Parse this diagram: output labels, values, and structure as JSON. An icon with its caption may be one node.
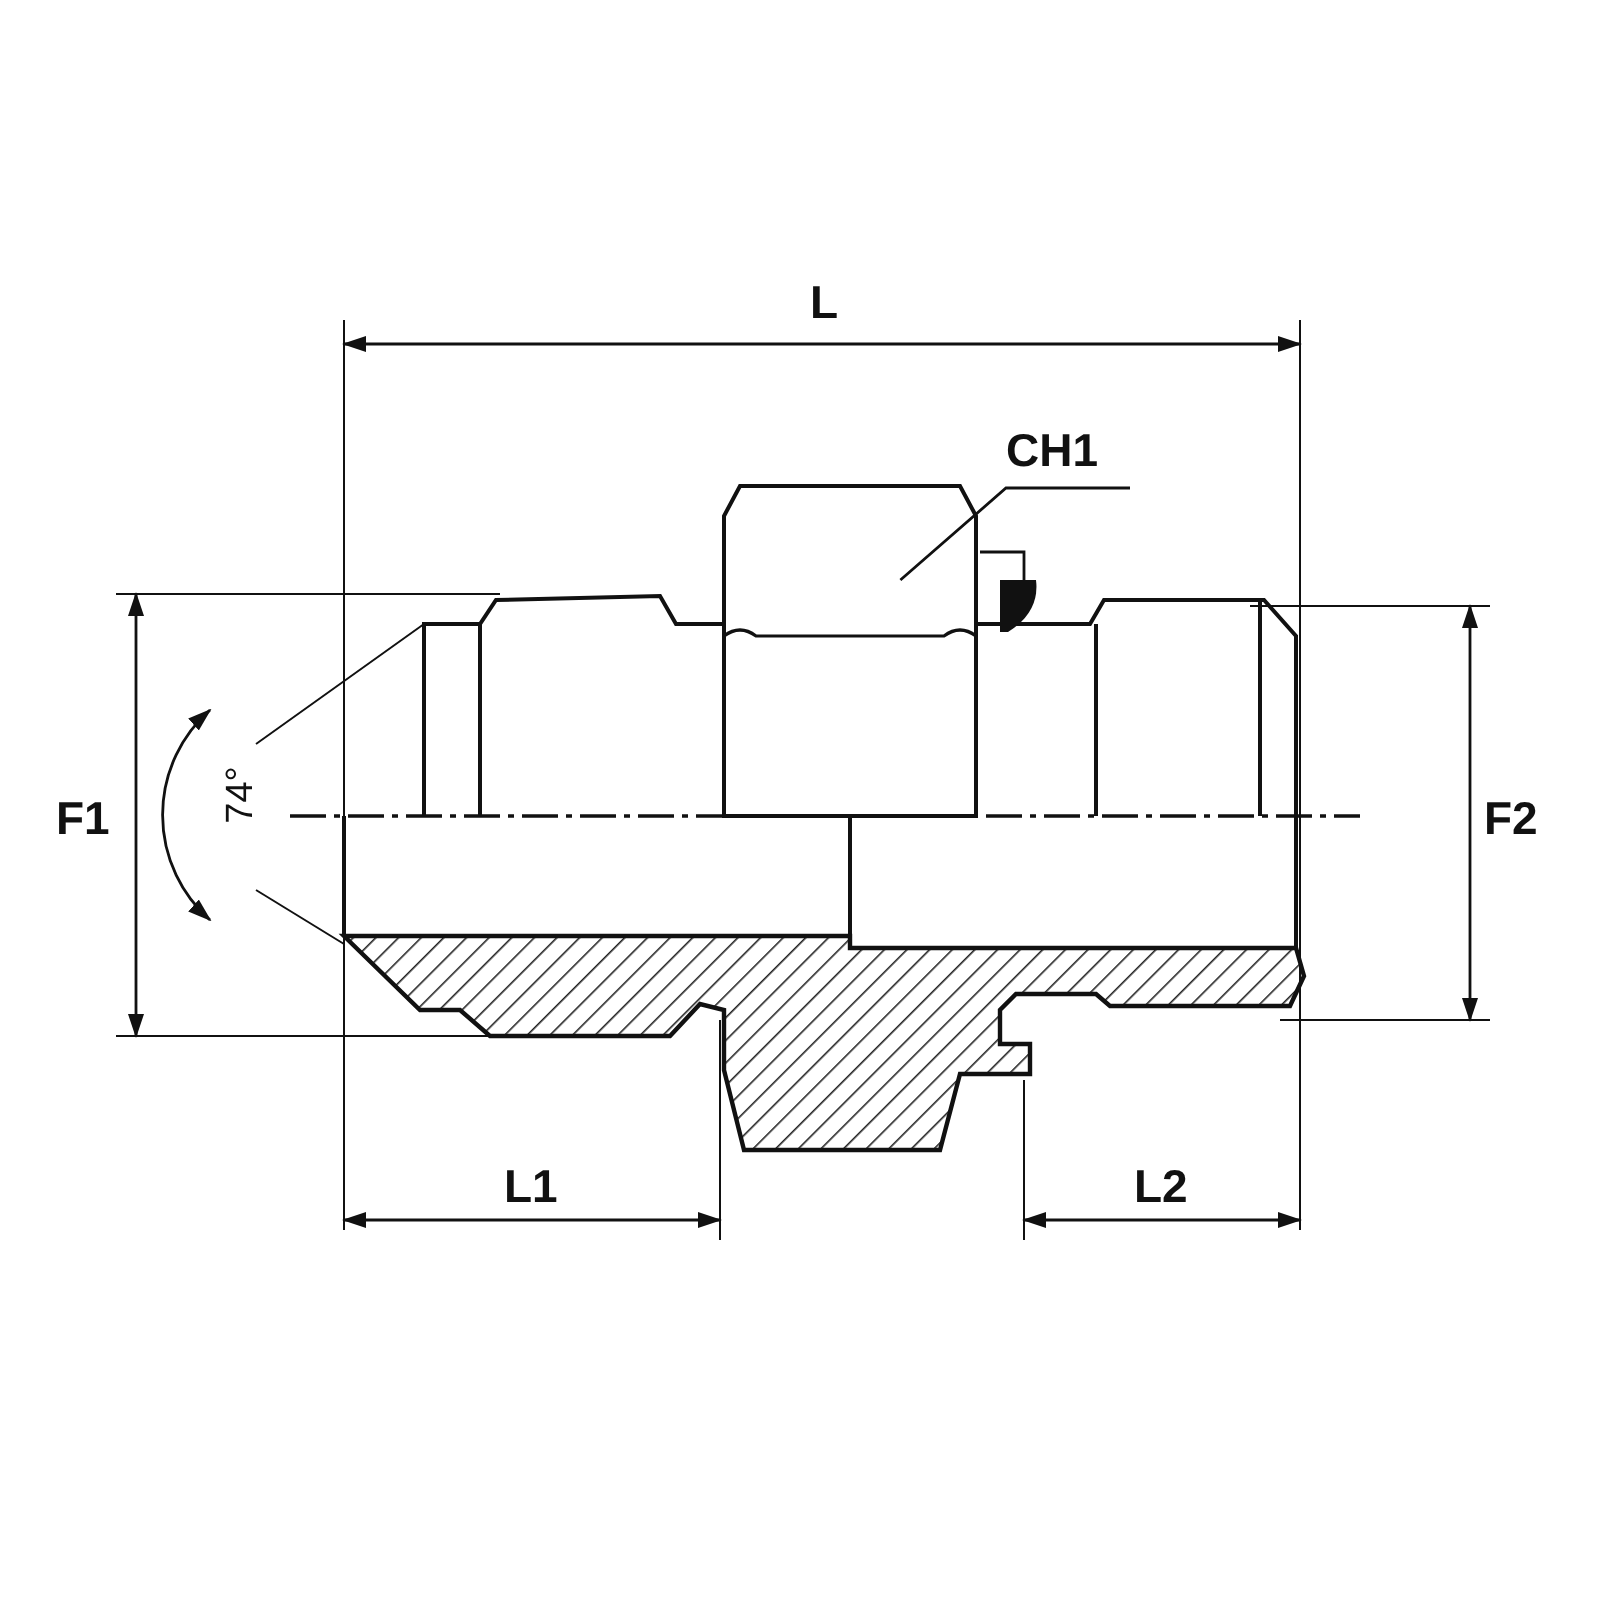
{
  "diagram": {
    "nodes": [
      {
        "text": [
          "CH1"
        ]
      },
      {
        "text": [],
        "shape": "picture"
      }
    ],
    "edges": [
      {
        "from": 0,
        "to": 1,
        "arrow": "none"
      }
    ],
    "labels": [
      "L",
      "F1",
      "74°",
      "F2",
      "L1",
      "L2"
    ]
  }
}
